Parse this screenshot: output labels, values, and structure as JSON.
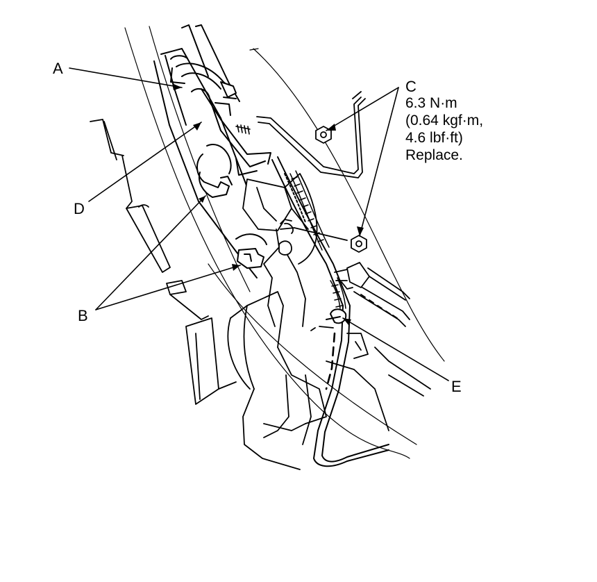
{
  "colors": {
    "ink": "#000000",
    "paper": "#ffffff"
  },
  "labels": {
    "a": "A",
    "b": "B",
    "c": "C",
    "d": "D",
    "e": "E"
  },
  "spec": {
    "torque": "6.3 N·m",
    "kgf": "(0.64 kgf·m,",
    "lbf": "4.6 lbf·ft)",
    "note": "Replace."
  }
}
